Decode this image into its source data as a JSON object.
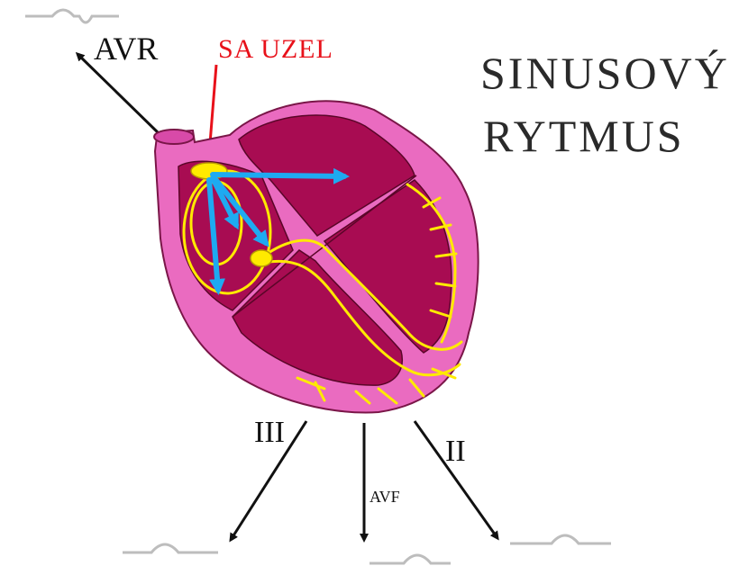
{
  "title": {
    "line1": "Sinusový",
    "line2": "rytmus"
  },
  "sa_node_label": "SA UZEL",
  "leads": {
    "avr": "AVR",
    "iii": "III",
    "avf": "AVF",
    "ii": "II"
  },
  "colors": {
    "heart_outer": "#ea6bc0",
    "heart_inner": "#a80c52",
    "conduction": "#ffea00",
    "conduction_stroke": "#b89b00",
    "impulse_arrow": "#1eaaf1",
    "sa_label": "#e8111a",
    "lead_arrow": "#111111",
    "wave": "#bdbdbd"
  }
}
